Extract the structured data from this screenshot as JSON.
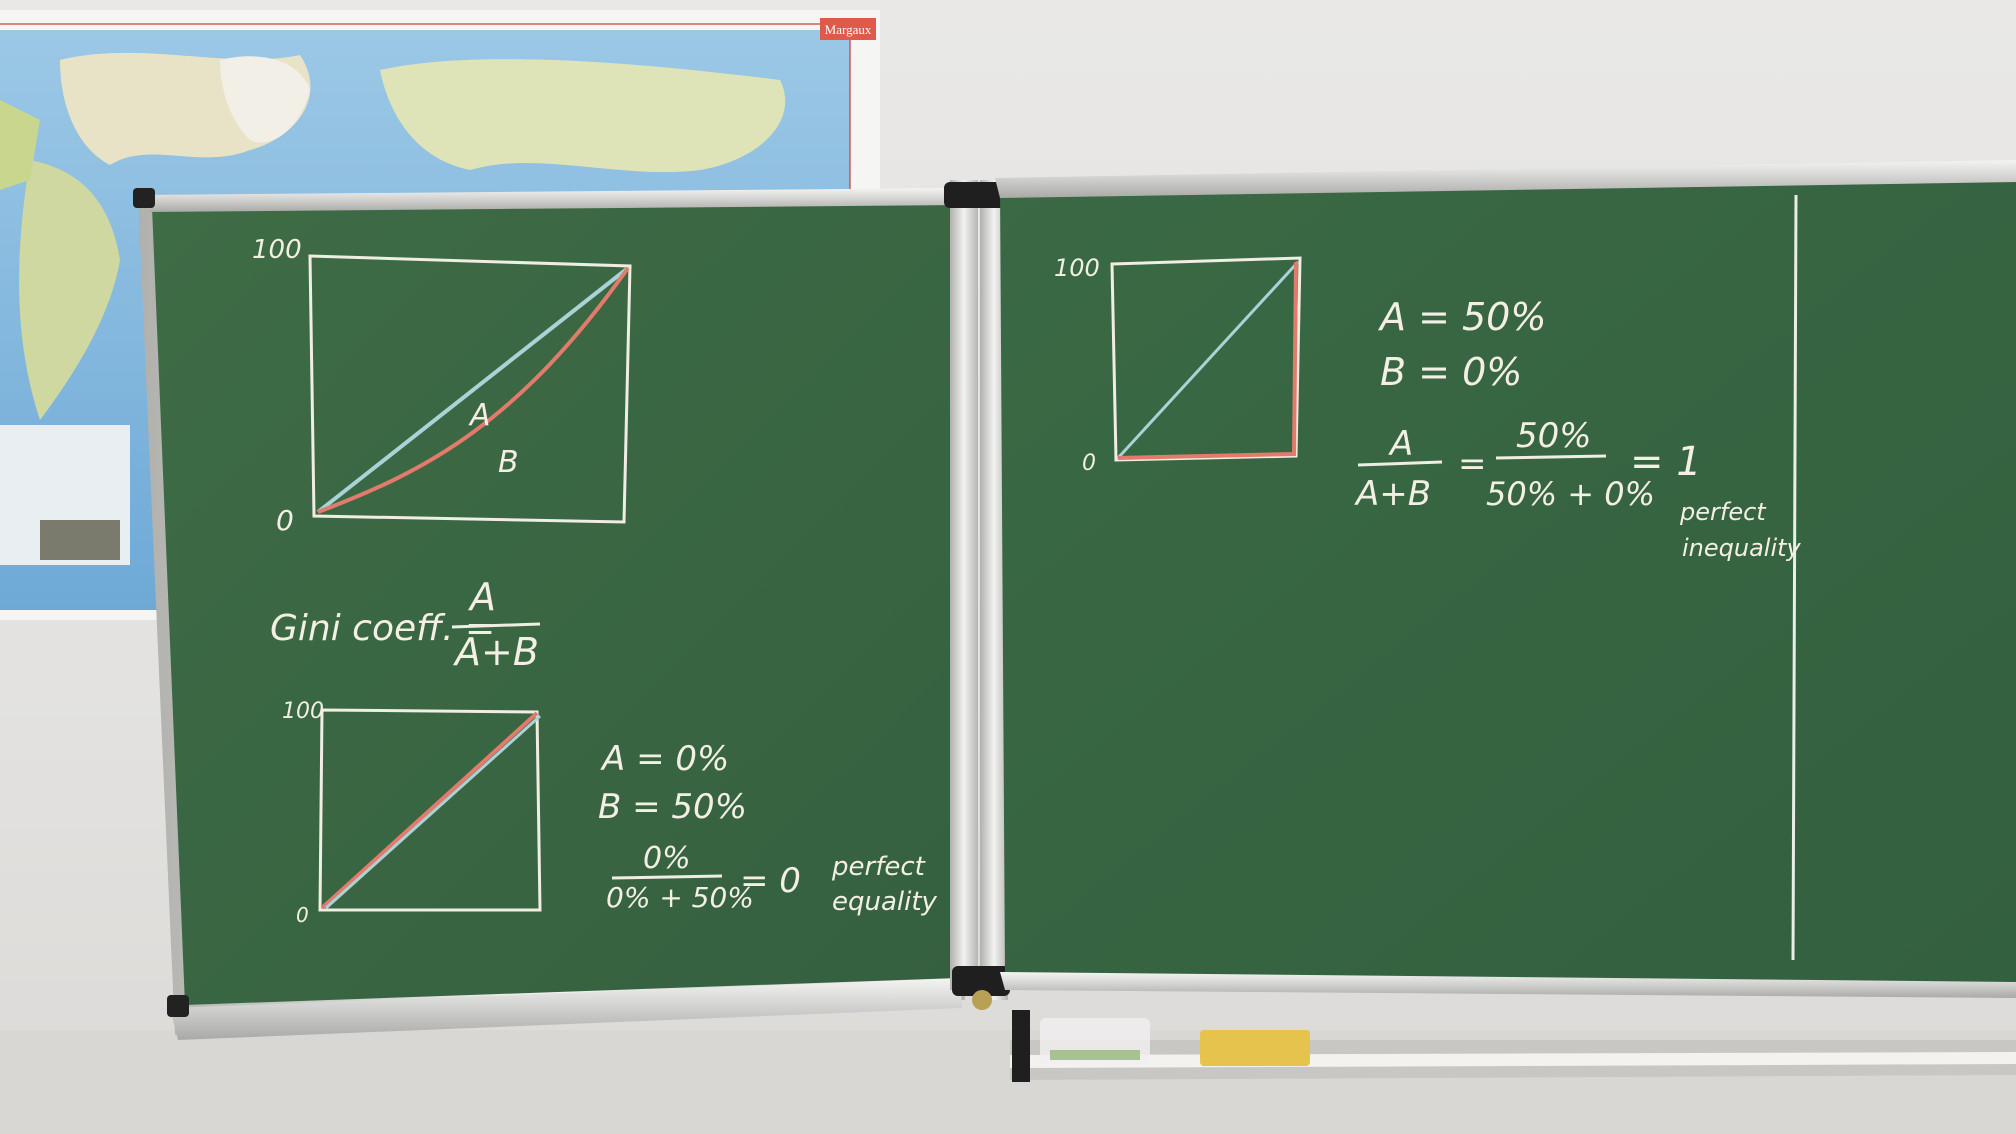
{
  "map": {
    "label": "Margaux"
  },
  "left_board": {
    "graph1": {
      "y_top": "100",
      "origin": "0",
      "label_a": "A",
      "label_b": "B"
    },
    "formula": {
      "lhs": "Gini coeff. =",
      "num": "A",
      "den": "A+B"
    },
    "graph2": {
      "y_top": "100",
      "origin": "0"
    },
    "values": {
      "a": "A = 0%",
      "b": "B = 50%"
    },
    "calc": {
      "num": "0%",
      "den": "0% + 50%",
      "result": "= 0",
      "note_1": "perfect",
      "note_2": "equality"
    }
  },
  "right_board": {
    "graph": {
      "y_top": "100",
      "origin": "0"
    },
    "values": {
      "a": "A = 50%",
      "b": "B = 0%"
    },
    "calc": {
      "num": "A",
      "den": "A+B",
      "eq": "=",
      "num2": "50%",
      "den2": "50% + 0%",
      "result": "= 1",
      "note_1": "perfect",
      "note_2": "inequality"
    }
  },
  "colors": {
    "chalkboard": "#3d6b45",
    "chalk_white": "#f3efe4",
    "chalk_blue": "#a9d3d6",
    "chalk_red": "#e27b6c",
    "wall": "#e6e5e3",
    "frame": "#c9c9c7"
  }
}
